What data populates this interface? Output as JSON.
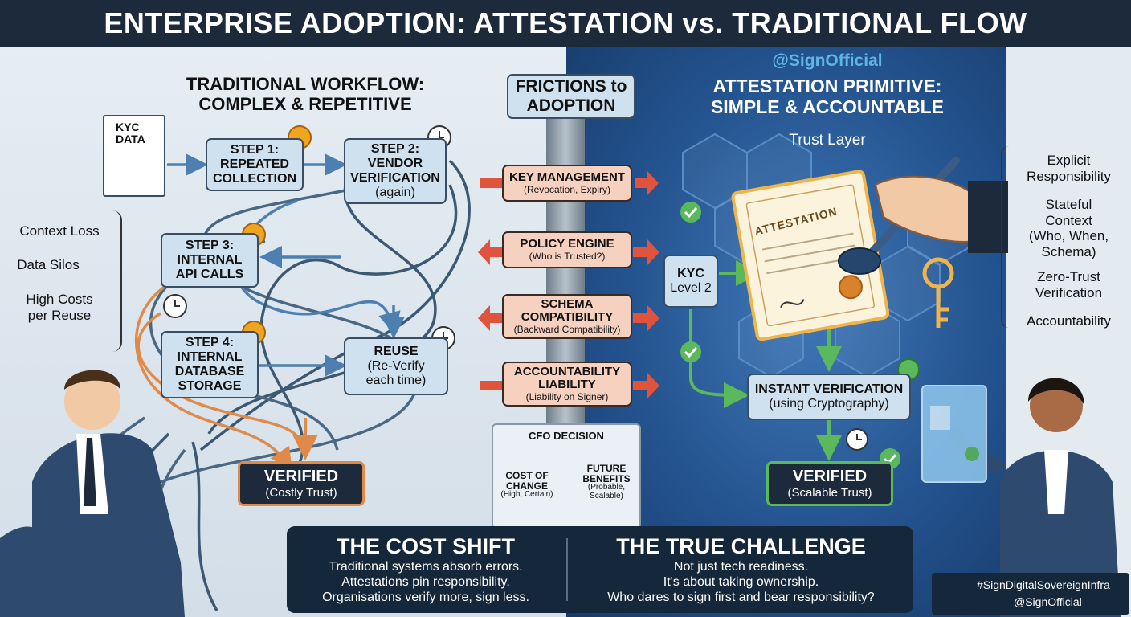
{
  "title": "ENTERPRISE ADOPTION: ATTESTATION vs. TRADITIONAL FLOW",
  "traditional": {
    "heading_line1": "TRADITIONAL WORKFLOW:",
    "heading_line2": "COMPLEX & REPETITIVE",
    "kyc_doc_line1": "KYC",
    "kyc_doc_line2": "DATA",
    "step1": [
      "STEP 1:",
      "REPEATED",
      "COLLECTION"
    ],
    "step2": [
      "STEP 2:",
      "VENDOR",
      "VERIFICATION",
      "(again)"
    ],
    "step3": [
      "STEP 3:",
      "INTERNAL",
      "API CALLS"
    ],
    "step4": [
      "STEP 4:",
      "INTERNAL",
      "DATABASE",
      "STORAGE"
    ],
    "reuse": [
      "REUSE",
      "(Re-Verify",
      "each time)"
    ],
    "verified_title": "VERIFIED",
    "verified_sub": "(Costly Trust)",
    "problems": [
      "Context Loss",
      "Data Silos",
      "High Costs",
      "per Reuse"
    ]
  },
  "frictions": {
    "heading_line1": "FRICTIONS to",
    "heading_line2": "ADOPTION",
    "items": [
      {
        "title": "KEY MANAGEMENT",
        "sub": "(Revocation, Expiry)"
      },
      {
        "title": "POLICY ENGINE",
        "sub": "(Who is Trusted?)"
      },
      {
        "title": "SCHEMA",
        "title2": "COMPATIBILITY",
        "sub": "(Backward Compatibility)"
      },
      {
        "title": "ACCOUNTABILITY",
        "title2": "LIABILITY",
        "sub": "(Liability on Signer)"
      }
    ],
    "cfo": {
      "title": "CFO DECISION",
      "left": [
        "COST OF",
        "CHANGE",
        "(High, Certain)"
      ],
      "right": [
        "FUTURE",
        "BENEFITS",
        "(Probable,",
        "Scalable)"
      ]
    }
  },
  "attestation": {
    "handle": "@SignOfficial",
    "heading_line1": "ATTESTATION PRIMITIVE:",
    "heading_line2": "SIMPLE & ACCOUNTABLE",
    "trust_layer": "Trust Layer",
    "doc_label": "ATTESTATION",
    "kyc": [
      "KYC",
      "Level 2"
    ],
    "instant": [
      "INSTANT VERIFICATION",
      "(using Cryptography)"
    ],
    "verified_title": "VERIFIED",
    "verified_sub": "(Scalable Trust)",
    "benefits": [
      [
        "Explicit",
        "Responsibility"
      ],
      [
        "Stateful",
        "Context",
        "(Who, When,",
        "Schema)"
      ],
      [
        "Zero-Trust",
        "Verification"
      ],
      [
        "Accountability"
      ]
    ]
  },
  "cost_shift": {
    "heading": "THE COST SHIFT",
    "lines": [
      "Traditional systems absorb errors.",
      "Attestations pin responsibility.",
      "Organisations verify more, sign less."
    ]
  },
  "true_challenge": {
    "heading": "THE TRUE CHALLENGE",
    "lines": [
      "Not just tech readiness.",
      "It's about taking ownership.",
      "Who dares to sign first and bear responsibility?"
    ]
  },
  "footer": {
    "hashtag": "#SignDigitalSovereignInfra",
    "handle": "@SignOfficial"
  },
  "colors": {
    "dark_navy": "#1c2a3b",
    "box_blue": "#cfe0ef",
    "friction_peach": "#f7d1bf",
    "arrow_red": "#e0533d",
    "arrow_blue": "#4d7fb0",
    "orange_path": "#e08a4a",
    "green": "#5cb85c",
    "attest_blue": "#23528d"
  }
}
